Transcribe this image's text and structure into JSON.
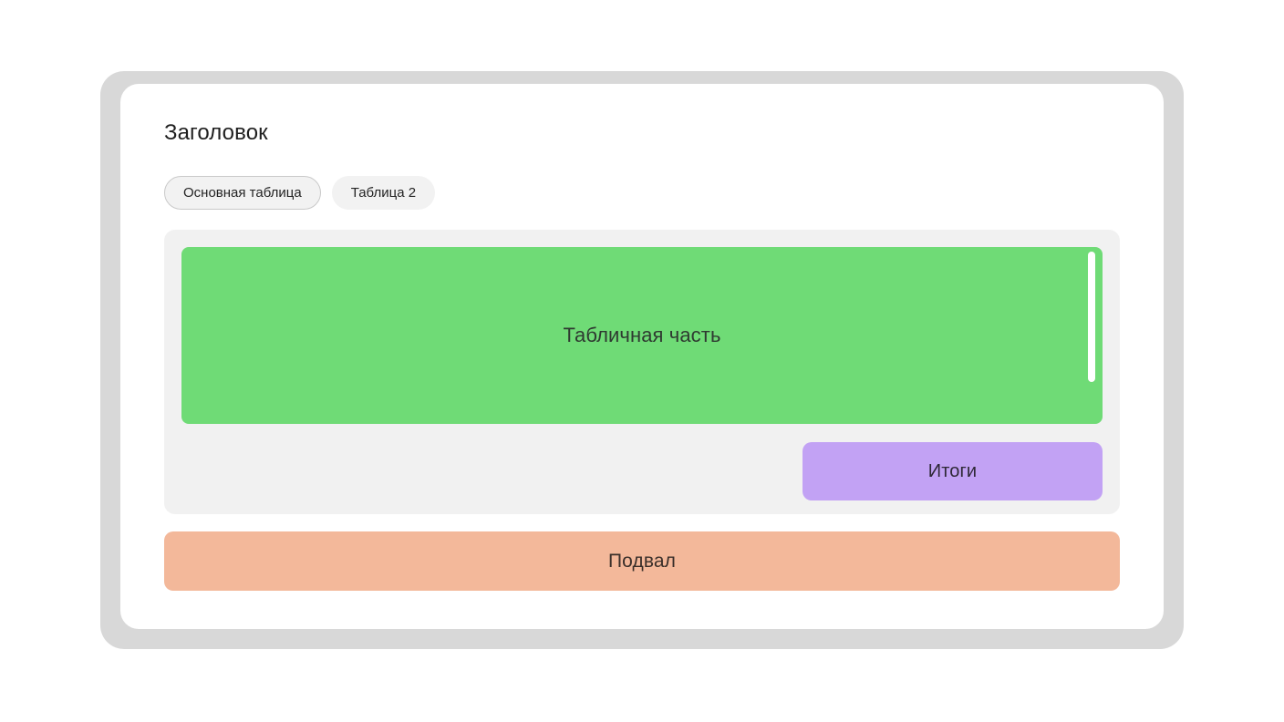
{
  "window": {
    "frame_color": "#d8d8d8",
    "card_color": "#ffffff"
  },
  "header": {
    "title": "Заголовок"
  },
  "tabs": [
    {
      "label": "Основная таблица",
      "active": true
    },
    {
      "label": "Таблица 2",
      "active": false
    }
  ],
  "table_panel": {
    "background_color": "#f1f1f1",
    "table_body": {
      "label": "Табличная часть",
      "color": "#6fdb76",
      "scrollbar": {
        "name": "vertical-scrollbar",
        "thumb_color": "#ffffff"
      }
    },
    "totals_button": {
      "label": "Итоги",
      "color": "#c2a2f4"
    }
  },
  "footer": {
    "label": "Подвал",
    "color": "#f3b89a"
  }
}
